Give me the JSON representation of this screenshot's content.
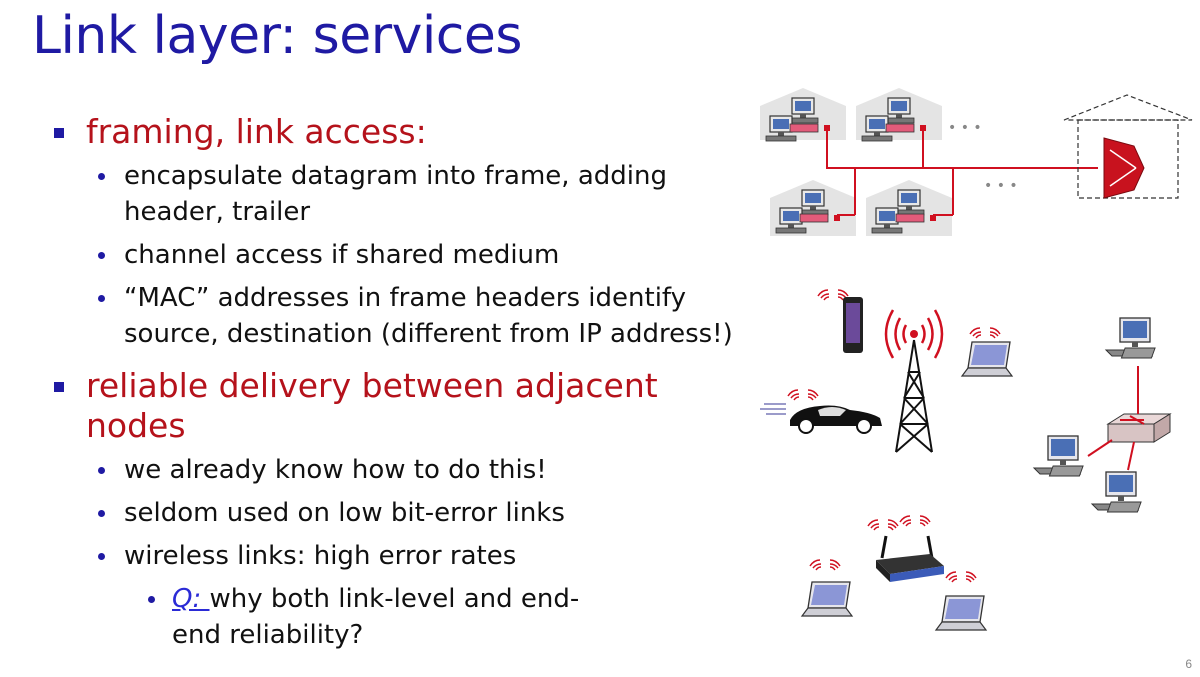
{
  "title": "Link layer: services",
  "bullets": [
    {
      "text": "framing, link access:",
      "subs": [
        {
          "text": "encapsulate datagram into frame, adding header, trailer"
        },
        {
          "text": "channel access if shared medium"
        },
        {
          "text": "“MAC” addresses in frame headers identify source, destination (different from IP address!)"
        }
      ]
    },
    {
      "text": "reliable delivery between adjacent nodes",
      "subs": [
        {
          "text": "we already know how to do this!"
        },
        {
          "text": "seldom used on low bit-error links"
        },
        {
          "text": "wireless links: high error rates"
        }
      ],
      "subsub": {
        "q": "Q: ",
        "text": "why both link-level and end-end reliability?"
      }
    }
  ],
  "diagram": {
    "ellipsis_1": "• • •",
    "ellipsis_2": "• • •"
  },
  "page_number": "6",
  "colors": {
    "title": "#1f1aa3",
    "heading": "#b5121b",
    "link_line": "#d01020"
  }
}
